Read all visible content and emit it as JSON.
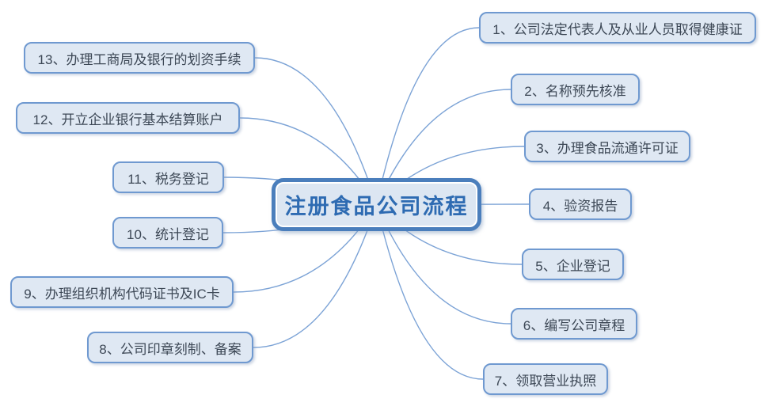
{
  "diagram": {
    "central": {
      "label": "注册食品公司流程"
    },
    "nodes": [
      {
        "id": "n1",
        "label": "1、公司法定代表人及从业人员取得健康证",
        "side": "right"
      },
      {
        "id": "n2",
        "label": "2、名称预先核准",
        "side": "right"
      },
      {
        "id": "n3",
        "label": "3、办理食品流通许可证",
        "side": "right"
      },
      {
        "id": "n4",
        "label": "4、验资报告",
        "side": "right"
      },
      {
        "id": "n5",
        "label": "5、企业登记",
        "side": "right"
      },
      {
        "id": "n6",
        "label": "6、编写公司章程",
        "side": "right"
      },
      {
        "id": "n7",
        "label": "7、领取营业执照",
        "side": "right"
      },
      {
        "id": "n8",
        "label": "8、公司印章刻制、备案",
        "side": "left"
      },
      {
        "id": "n9",
        "label": "9、办理组织机构代码证书及IC卡",
        "side": "left"
      },
      {
        "id": "n10",
        "label": "10、统计登记",
        "side": "left"
      },
      {
        "id": "n11",
        "label": "11、税务登记",
        "side": "left"
      },
      {
        "id": "n12",
        "label": "12、开立企业银行基本结算账户",
        "side": "left"
      },
      {
        "id": "n13",
        "label": "13、办理工商局及银行的划资手续",
        "side": "left"
      }
    ],
    "colors": {
      "central_border": "#4a7ebc",
      "central_fill": "#dce6f2",
      "central_text": "#2e6bb2",
      "node_border": "#6f99d0",
      "node_fill": "#dfe8f3",
      "node_text": "#3d4856",
      "connector": "#7ca3d6"
    }
  }
}
